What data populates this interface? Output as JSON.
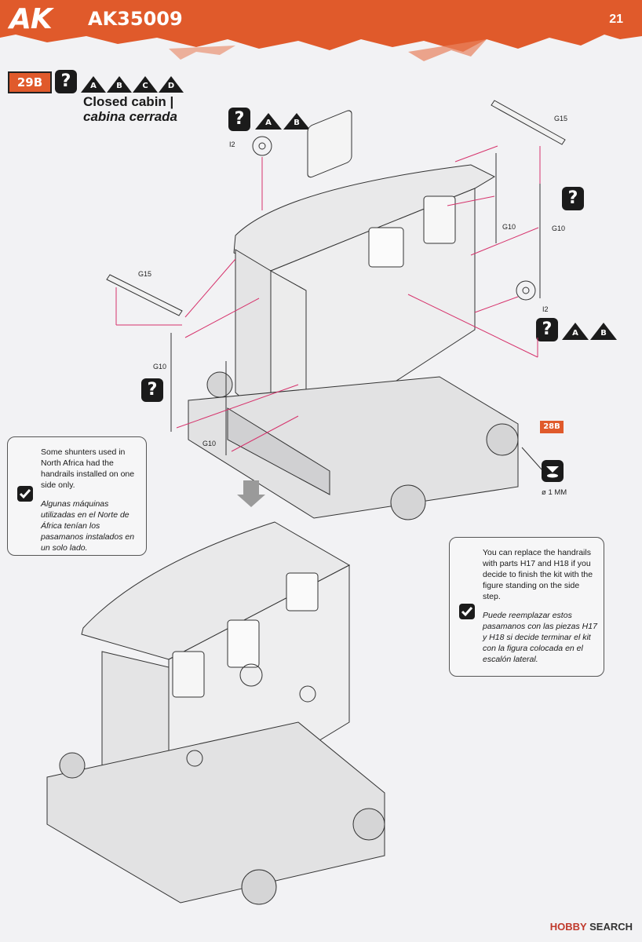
{
  "header": {
    "brand": "AK",
    "product_code": "AK35009",
    "page_number": "21",
    "accent_color": "#e05a2b"
  },
  "step_main": {
    "label": "29B",
    "options": [
      "A",
      "B",
      "C",
      "D"
    ]
  },
  "title": {
    "english": "Closed cabin |",
    "spanish": "cabina cerrada"
  },
  "option_groups": {
    "top": [
      "A",
      "B"
    ],
    "right": [
      "A",
      "B"
    ]
  },
  "parts": {
    "g15_top": "G15",
    "g15_left": "G15",
    "g10_a": "G10",
    "g10_b": "G10",
    "g10_left": "G10",
    "g10_bottom": "G10",
    "i2_top": "I2",
    "i2_right": "I2"
  },
  "icon_question": "?",
  "step_ref": {
    "label": "28B"
  },
  "drill": {
    "label": "ø 1 MM"
  },
  "note_left": {
    "english": "Some shunters used in North Africa had the handrails installed on one side only.",
    "spanish": "Algunas máquinas utilizadas en el Norte de África tenían los pasamanos instalados en un solo lado."
  },
  "note_right": {
    "english": "You can replace the handrails with parts H17 and H18 if you decide to finish the kit with the figure standing on the side step.",
    "spanish": "Puede reemplazar estos pasamanos con las piezas H17 y H18 si decide terminar el kit con la figura colocada en el escalón lateral."
  },
  "watermark": {
    "part1": "HOBBY",
    "part2": " SEARCH"
  }
}
